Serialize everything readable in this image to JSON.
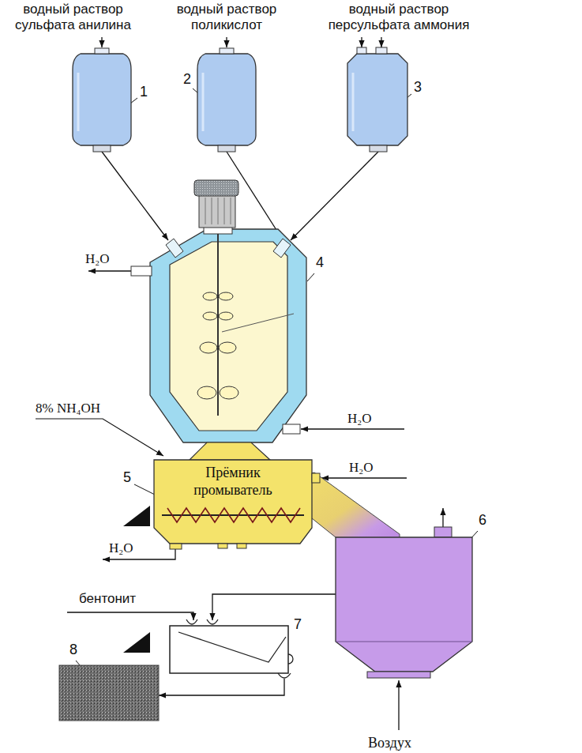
{
  "diagram": {
    "nodes": [
      {
        "text": [
          "водный раствор сульфата анилина",
          "1"
        ]
      },
      {
        "text": [
          "водный раствор поликислот",
          "2"
        ]
      },
      {
        "text": [
          "водный раствор персульфата аммония",
          "3"
        ]
      },
      {
        "text": [
          "4"
        ]
      },
      {
        "text": [
          "Прёмник промыватель",
          "5"
        ]
      },
      {
        "text": [
          "6"
        ]
      },
      {
        "text": [
          "7"
        ]
      },
      {
        "text": [
          "8"
        ]
      }
    ],
    "edges": [
      {
        "from": 0,
        "to": 3,
        "arrow": "to"
      },
      {
        "from": 1,
        "to": 3,
        "arrow": "to"
      },
      {
        "from": 2,
        "to": 3,
        "arrow": "to"
      },
      {
        "from": 5,
        "to": 6,
        "arrow": "to"
      },
      {
        "from": 6,
        "to": 7,
        "arrow": "to"
      }
    ],
    "labels": [
      "H₂O",
      "8% NH₄OH",
      "H₂O",
      "H₂O",
      "H₂O",
      "бентонит",
      "Воздух"
    ]
  }
}
